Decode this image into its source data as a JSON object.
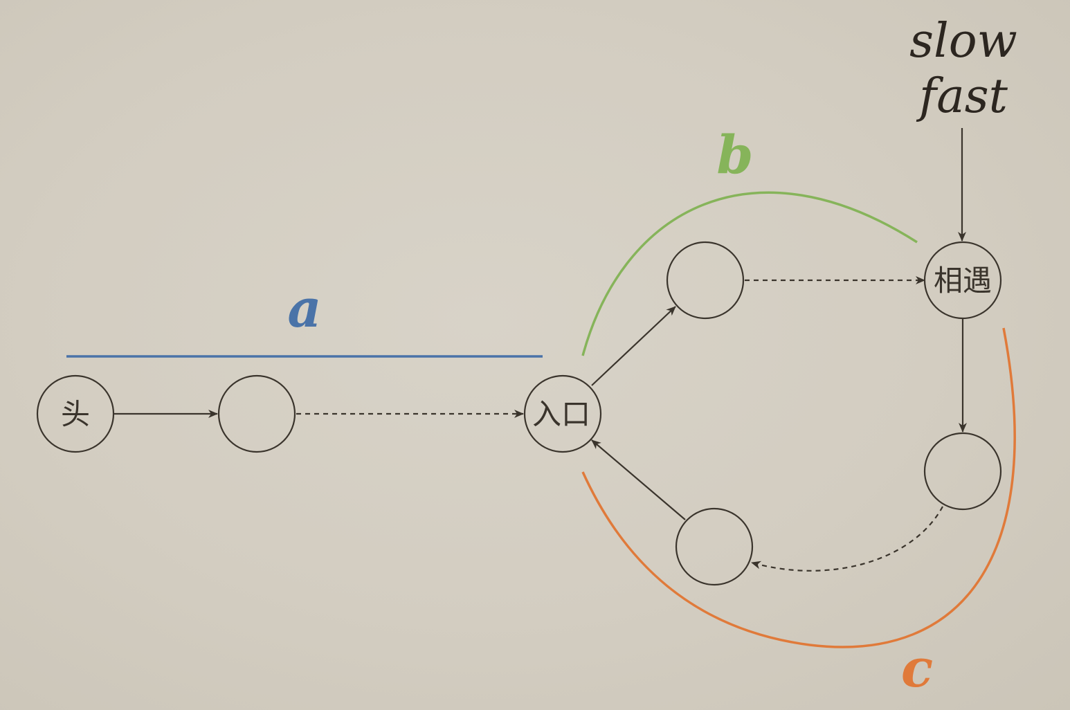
{
  "nodes": {
    "head": "头",
    "entry": "入口",
    "meet": "相遇"
  },
  "labels": {
    "a": "a",
    "b": "b",
    "c": "c",
    "slow": "slow",
    "fast": "fast"
  },
  "colors": {
    "a": "#4a73a8",
    "b": "#86b45a",
    "c": "#e07a3a",
    "ink": "#3a342c"
  }
}
